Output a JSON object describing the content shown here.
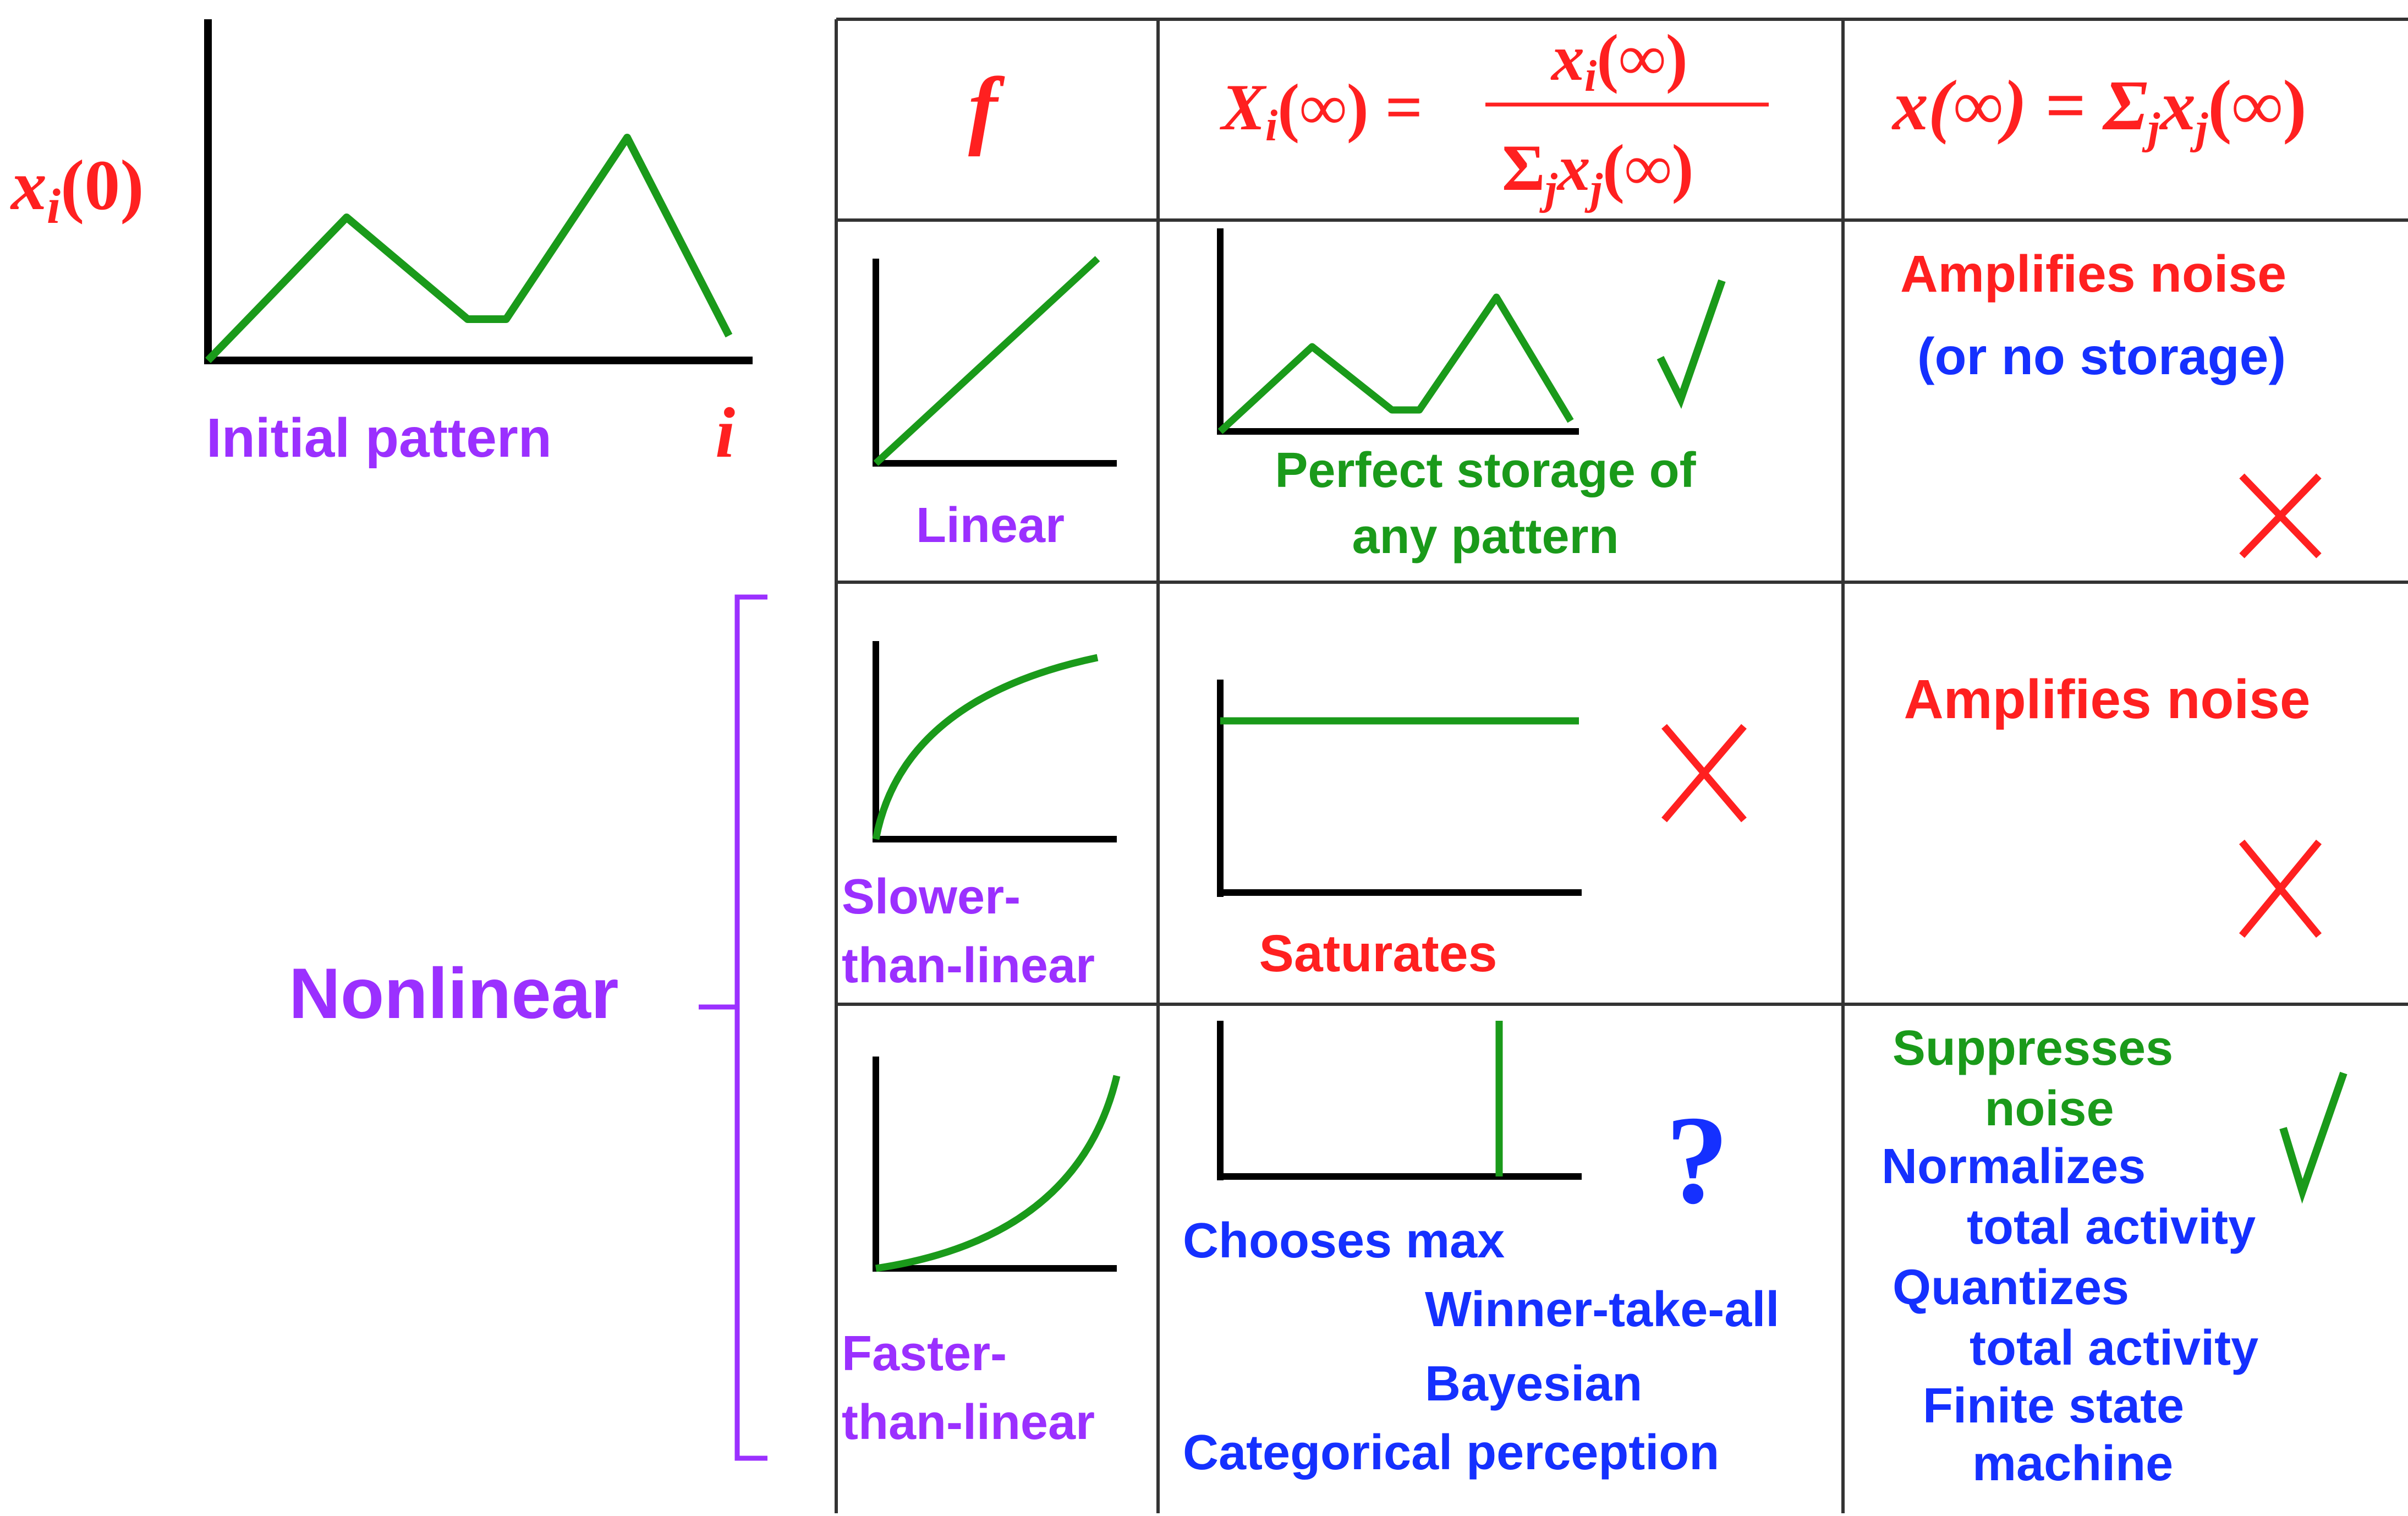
{
  "colors": {
    "red": "#ff2020",
    "green": "#1a9a1a",
    "purple": "#9b30ff",
    "blue": "#1530ff",
    "black": "#000000"
  },
  "initial": {
    "ylabel_var": "x",
    "ylabel_sub": "i",
    "ylabel_arg": "(0)",
    "caption": "Initial pattern",
    "xlabel": "i"
  },
  "header": {
    "f": "f",
    "X_sym": "X",
    "X_sub": "i",
    "X_arg": "(∞) =",
    "num_var": "x",
    "num_sub": "i",
    "num_arg": "(∞)",
    "den_sigma": "Σ",
    "den_sub1": "j",
    "den_var": "x",
    "den_sub2": "j",
    "den_arg": "(∞)",
    "total_lhs": "x(∞) = Σ",
    "total_sub1": "j",
    "total_var": "x",
    "total_sub2": "j",
    "total_arg": "(∞)"
  },
  "nonlinear_label": "Nonlinear",
  "rows": [
    {
      "f_label_lines": [
        "Linear"
      ],
      "storage_lines": [
        "Perfect storage of",
        "any pattern"
      ],
      "storage_mark": "check",
      "total_lines": [
        "Amplifies noise"
      ],
      "total_lines_2": [
        "(or no storage)"
      ],
      "total_mark": "cross"
    },
    {
      "f_label_lines": [
        "Slower-",
        "than-linear"
      ],
      "storage_lines": [
        "Saturates"
      ],
      "storage_mark": "cross",
      "total_lines": [
        "Amplifies noise"
      ],
      "total_mark": "cross"
    },
    {
      "f_label_lines": [
        "Faster-",
        "than-linear"
      ],
      "storage_lines": [
        "Chooses max",
        "Winner-take-all",
        "Bayesian",
        "Categorical perception"
      ],
      "storage_mark": "?",
      "total_lines": [
        "Suppresses",
        "noise",
        "Normalizes",
        "total activity",
        "Quantizes",
        "total activity",
        "Finite state",
        "machine"
      ],
      "total_mark": "check"
    }
  ]
}
